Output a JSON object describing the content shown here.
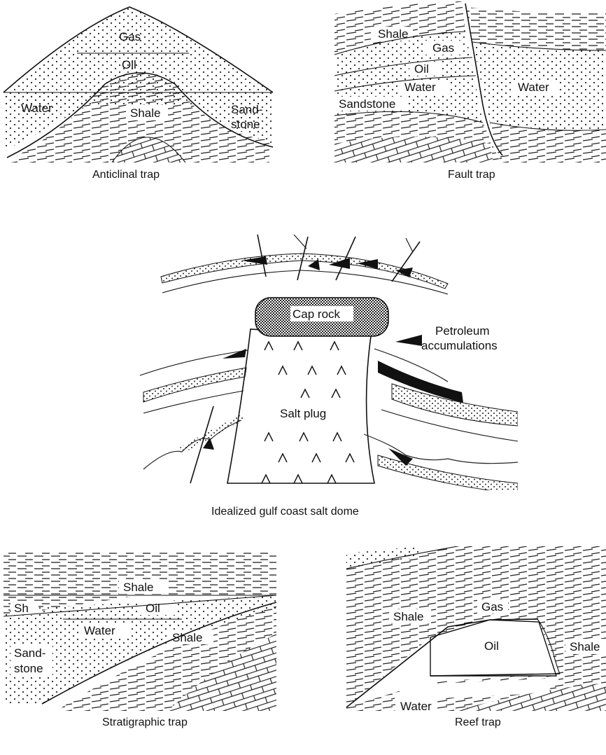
{
  "anticline": {
    "gas": "Gas",
    "oil": "Oil",
    "water": "Water",
    "shale": "Shale",
    "sand": "Sand-",
    "stone": "stone",
    "caption": "Anticlinal trap"
  },
  "fault": {
    "shale": "Shale",
    "gas": "Gas",
    "oil": "Oil",
    "water_left": "Water",
    "water_right": "Water",
    "sandstone": "Sandstone",
    "caption": "Fault trap"
  },
  "saltdome": {
    "cap_rock": "Cap rock",
    "salt_plug": "Salt plug",
    "legend_line1": "Petroleum",
    "legend_line2": "accumulations",
    "caption": "Idealized gulf coast salt dome"
  },
  "stratigraphic": {
    "shale_top": "Shale",
    "sh": "Sh",
    "oil": "Oil",
    "water": "Water",
    "sand": "Sand-",
    "stone": "stone",
    "shale_lower": "Shale",
    "caption": "Stratigraphic trap"
  },
  "reef": {
    "shale_left": "Shale",
    "gas": "Gas",
    "oil": "Oil",
    "shale_right": "Shale",
    "water": "Water",
    "caption": "Reef trap"
  }
}
